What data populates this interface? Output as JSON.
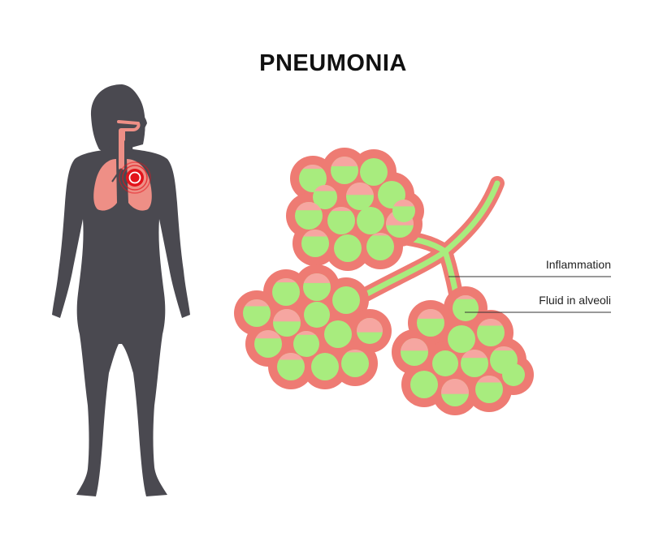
{
  "title": "PNEUMONIA",
  "labels": {
    "inflammation": "Inflammation",
    "fluid": "Fluid in alveoli"
  },
  "colors": {
    "silhouette": "#4a4950",
    "lung_fill": "#ee8f86",
    "inflamed_tissue": "#ee7b73",
    "alveolus_fluid": "#a8ec7e",
    "alveolus_air": "#f6a6a1",
    "airway_core": "#a8ec7e",
    "pain_marker": "#e3141b",
    "leader_line": "#333333"
  }
}
